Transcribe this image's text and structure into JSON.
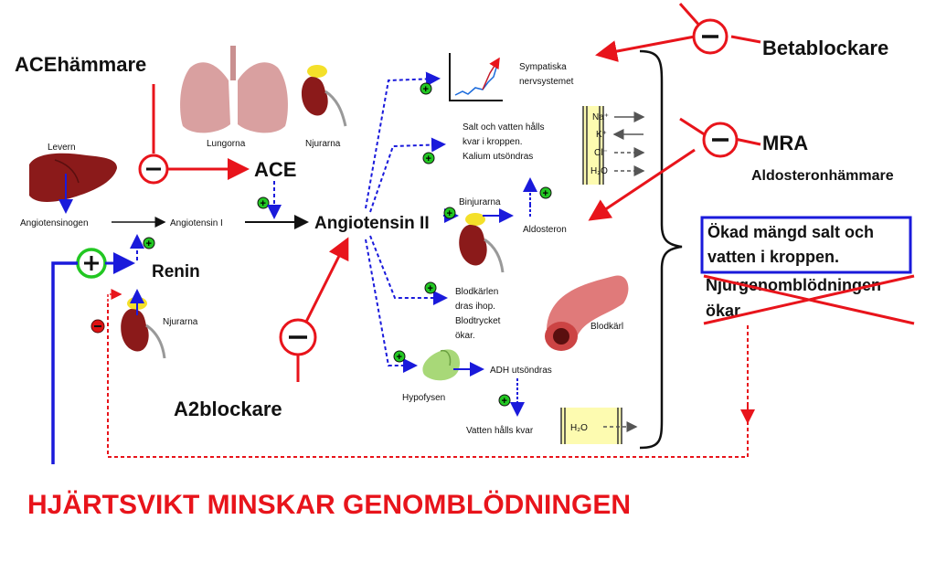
{
  "labels": {
    "acehammare": "ACEhämmare",
    "lungorna": "Lungorna",
    "njurarna_top": "Njurarna",
    "levern": "Levern",
    "angiotensinogen": "Angiotensinogen",
    "angiotensin1": "Angiotensin I",
    "ace": "ACE",
    "angiotensin2": "Angiotensin II",
    "renin": "Renin",
    "njurarna_bottom": "Njurarna",
    "a2blockare": "A2blockare",
    "sympatiska1": "Sympatiska",
    "sympatiska2": "nervsystemet",
    "salt1": "Salt och vatten hålls",
    "salt2": "kvar i kroppen.",
    "salt3": "Kalium utsöndras",
    "binjurarna": "Binjurarna",
    "aldosteron": "Aldosteron",
    "blodkarlen1": "Blodkärlen",
    "blodkarlen2": "dras ihop.",
    "blodkarlen3": "Blodtrycket",
    "blodkarlen4": "ökar.",
    "blodkarl": "Blodkärl",
    "hypofysen": "Hypofysen",
    "adh": "ADH utsöndras",
    "vatten": "Vatten hålls kvar",
    "betablockare": "Betablockare",
    "mra": "MRA",
    "aldosteronhammare": "Aldosteronhämmare",
    "box1": "Ökad mängd salt och",
    "box2": "vatten i kroppen.",
    "struck1": "Njurgenomblödningen",
    "struck2": "ökar",
    "footer": "HJÄRTSVIKT MINSKAR GENOMBLÖDNINGEN",
    "ion_na": "Na⁺",
    "ion_k": "K⁺",
    "ion_cl": "Cl⁻",
    "ion_h2o": "H₂O",
    "h2o_bottom": "H₂O"
  },
  "signs": {
    "plus": "+",
    "minus": "−"
  },
  "colors": {
    "red": "#e8141b",
    "blue": "#1a1adb",
    "green": "#22c722",
    "organ": "#8b1a1a",
    "lung": "#d9a0a0"
  }
}
